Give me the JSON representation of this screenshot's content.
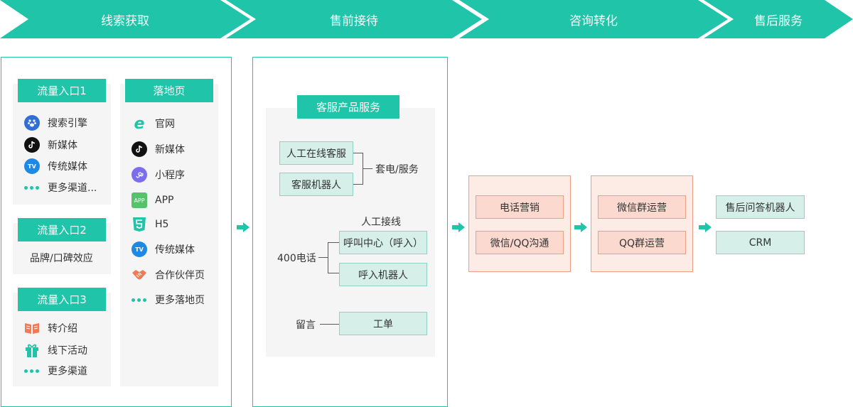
{
  "stages": [
    "线索获取",
    "售前接待",
    "咨询转化",
    "售后服务"
  ],
  "colors": {
    "teal": "#20c4a9",
    "light_teal": "#d6efe9",
    "salmon": "#fbd9cf",
    "salmon_border": "#ee9d86"
  },
  "lead_acquisition": {
    "entry1": {
      "title": "流量入口1",
      "items": [
        {
          "label": "搜索引擎",
          "icon": "baidu-paw-icon"
        },
        {
          "label": "新媒体",
          "icon": "tiktok-icon"
        },
        {
          "label": "传统媒体",
          "icon": "tv-icon"
        },
        {
          "label": "更多渠道...",
          "icon": "more-dots-icon"
        }
      ]
    },
    "entry2": {
      "title": "流量入口2",
      "items": [
        {
          "label": "品牌/口碑效应"
        }
      ]
    },
    "entry3": {
      "title": "流量入口3",
      "items": [
        {
          "label": "转介绍",
          "icon": "book-icon"
        },
        {
          "label": "线下活动",
          "icon": "gift-icon"
        },
        {
          "label": "更多渠道",
          "icon": "more-dots-icon"
        }
      ]
    },
    "landing": {
      "title": "落地页",
      "items": [
        {
          "label": "官网",
          "icon": "ie-browser-icon"
        },
        {
          "label": "新媒体",
          "icon": "tiktok-icon"
        },
        {
          "label": "小程序",
          "icon": "mini-program-icon"
        },
        {
          "label": "APP",
          "icon": "app-icon"
        },
        {
          "label": "H5",
          "icon": "html5-icon"
        },
        {
          "label": "传统媒体",
          "icon": "tv-icon"
        },
        {
          "label": "合作伙伴页",
          "icon": "handshake-icon"
        },
        {
          "label": "更多落地页",
          "icon": "more-dots-icon"
        }
      ]
    }
  },
  "presales": {
    "title": "客服产品服务",
    "online_cs": "人工在线客服",
    "robot_cs": "客服机器人",
    "bundle_label": "套电/服务",
    "phone_label": "400电话",
    "manual_label": "人工接线",
    "call_center": "呼叫中心（呼入）",
    "call_robot": "呼入机器人",
    "message_label": "留言",
    "ticket": "工单"
  },
  "conversion": {
    "group1": [
      "电话营销",
      "微信/QQ沟通"
    ],
    "group2": [
      "微信群运营",
      "QQ群运营"
    ]
  },
  "aftersales": [
    "售后问答机器人",
    "CRM"
  ]
}
